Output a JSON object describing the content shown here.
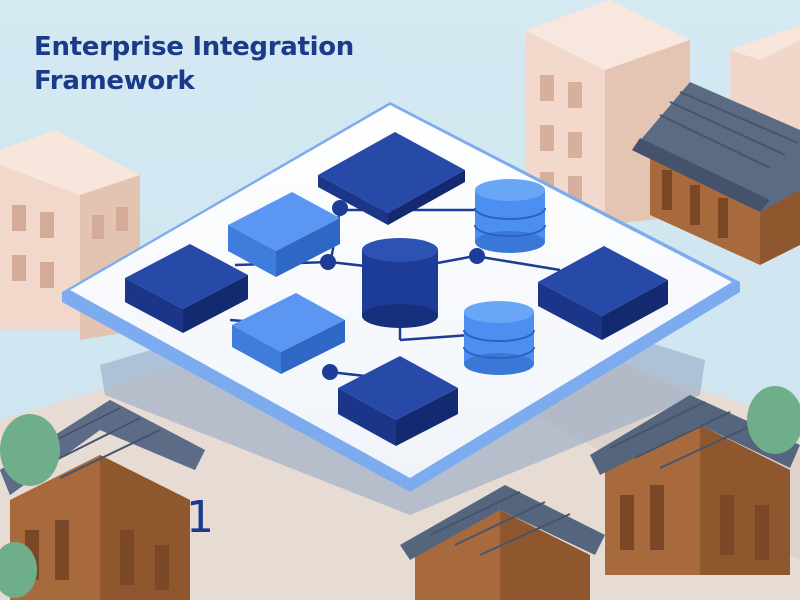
{
  "title": {
    "line1": "Enterprise Integration",
    "line2": "Framework"
  },
  "page_number": "1",
  "colors": {
    "sky": "#cfe6f0",
    "navy": "#1a3a8a",
    "block_light": "#4d8ff0",
    "block_dark": "#1d3c98",
    "platform": "#f7f9fc",
    "building_peach": "#f0d6c8",
    "roof_slate": "#5a6a82",
    "wood": "#a86a3c",
    "tree": "#6fae8a"
  },
  "icons": [
    "database-icon",
    "server-block-icon",
    "connector-node-icon"
  ]
}
